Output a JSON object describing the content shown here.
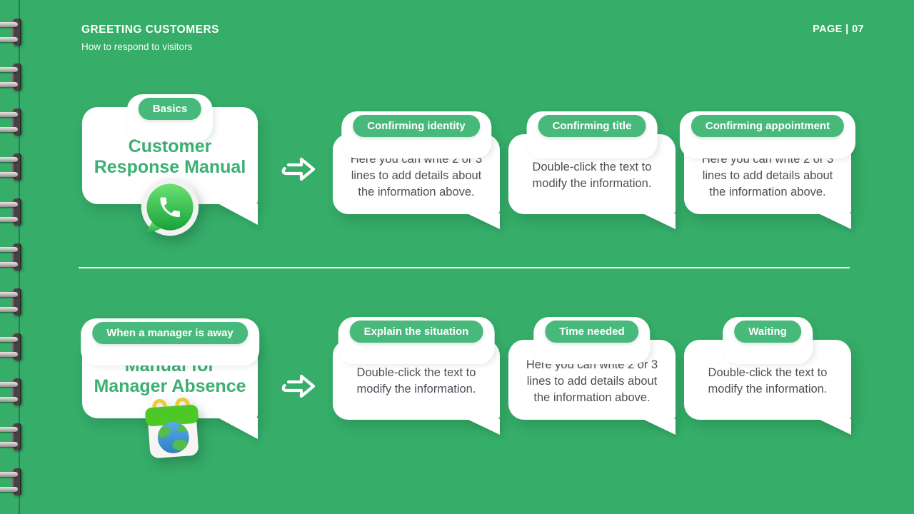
{
  "page": {
    "background_color": "#36AD69",
    "accent_color": "#47B97A",
    "title_text_color": "#3CAF73",
    "body_text_color": "#4B4F56",
    "card_color": "#FFFFFF"
  },
  "header": {
    "title": "GREETING CUSTOMERS",
    "subtitle": "How to respond to visitors",
    "page_label": "PAGE | 07"
  },
  "binding": {
    "ring_count": 11
  },
  "sections": [
    {
      "lead_card": {
        "badge": "Basics",
        "title_line1": "Customer",
        "title_line2": "Response Manual",
        "icon": "whatsapp-icon"
      },
      "arrow_icon": "arrow-right-icon",
      "cards": [
        {
          "badge": "Confirming identity",
          "body": "Here you can write 2 or 3 lines to add details about the information above."
        },
        {
          "badge": "Confirming title",
          "body": "Double-click the text to modify the information."
        },
        {
          "badge": "Confirming appointment",
          "body": "Here you can write 2 or 3 lines to add details about the information above."
        }
      ]
    },
    {
      "lead_card": {
        "badge": "When a manager is away",
        "title_line1": "Manual for",
        "title_line2": "Manager Absence",
        "icon": "calendar-icon"
      },
      "arrow_icon": "arrow-right-icon",
      "cards": [
        {
          "badge": "Explain the situation",
          "body": "Double-click the text to modify the information."
        },
        {
          "badge": "Time needed",
          "body": "Here you can write 2 or 3 lines to add details about the information above."
        },
        {
          "badge": "Waiting",
          "body": "Double-click the text to modify the information."
        }
      ]
    }
  ]
}
